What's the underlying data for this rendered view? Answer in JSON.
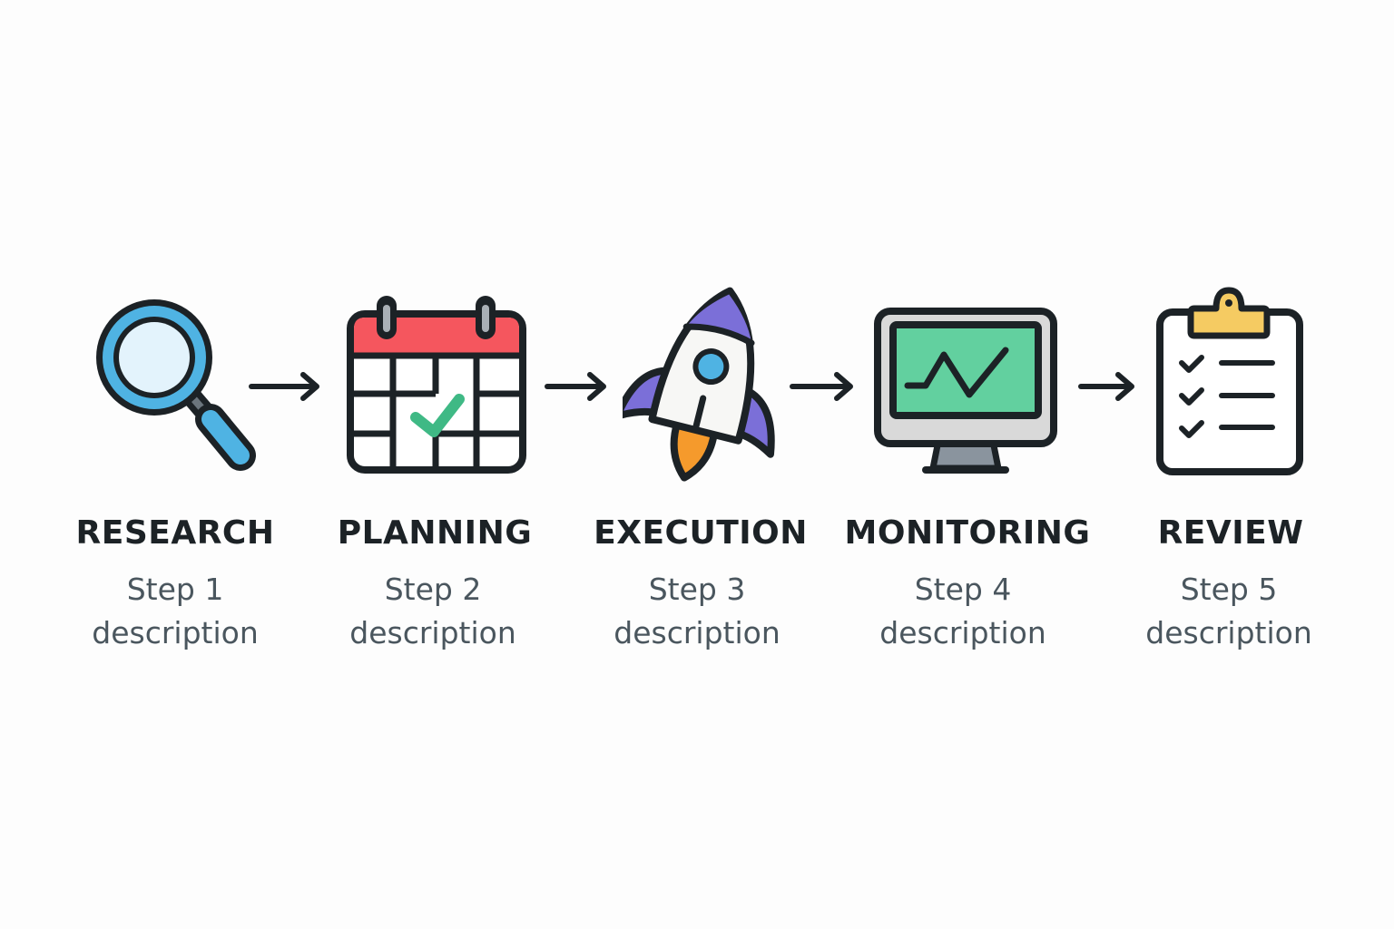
{
  "diagram": {
    "type": "process-flow",
    "colors": {
      "outline": "#1c2226",
      "research_blue": "#4fb3e3",
      "lens_fill": "#e3f3fc",
      "calendar_red": "#f5565e",
      "check_green": "#3fb985",
      "rocket_purple": "#7b6fd8",
      "rocket_window": "#4fb3e3",
      "flame_orange": "#f59a2c",
      "monitor_screen": "#62d09f",
      "monitor_bezel": "#d9d9d9",
      "stand_gray": "#8a949e",
      "clip_yellow": "#f5cb62",
      "desc_text": "#4a565e"
    },
    "steps": [
      {
        "title": "RESEARCH",
        "desc_line1": "Step 1",
        "desc_line2": "description",
        "icon": "magnifying-glass-icon"
      },
      {
        "title": "PLANNING",
        "desc_line1": "Step 2",
        "desc_line2": "description",
        "icon": "calendar-check-icon"
      },
      {
        "title": "EXECUTION",
        "desc_line1": "Step 3",
        "desc_line2": "description",
        "icon": "rocket-icon"
      },
      {
        "title": "MONITORING",
        "desc_line1": "Step 4",
        "desc_line2": "description",
        "icon": "monitor-chart-icon"
      },
      {
        "title": "REVIEW",
        "desc_line1": "Step 5",
        "desc_line2": "description",
        "icon": "clipboard-checklist-icon"
      }
    ],
    "connectors": [
      "arrow-right",
      "arrow-right",
      "arrow-right",
      "arrow-right"
    ]
  }
}
